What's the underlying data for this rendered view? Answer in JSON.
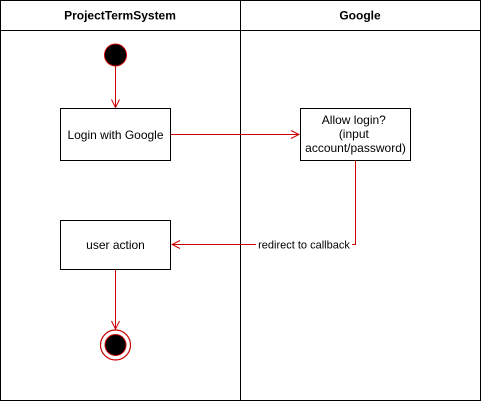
{
  "lanes": [
    {
      "id": "lane-project",
      "title": "ProjectTermSystem"
    },
    {
      "id": "lane-google",
      "title": "Google"
    }
  ],
  "nodes": {
    "login": {
      "label": "Login with Google"
    },
    "allow": {
      "lines": [
        "Allow login?",
        "(input",
        "account/password)"
      ]
    },
    "action": {
      "label": "user action"
    }
  },
  "edges": {
    "redirect": {
      "label": "redirect to callback"
    }
  },
  "colors": {
    "line": "#000000",
    "accent": "#cc0000",
    "node_fill": "#000000",
    "background": "#ffffff"
  }
}
